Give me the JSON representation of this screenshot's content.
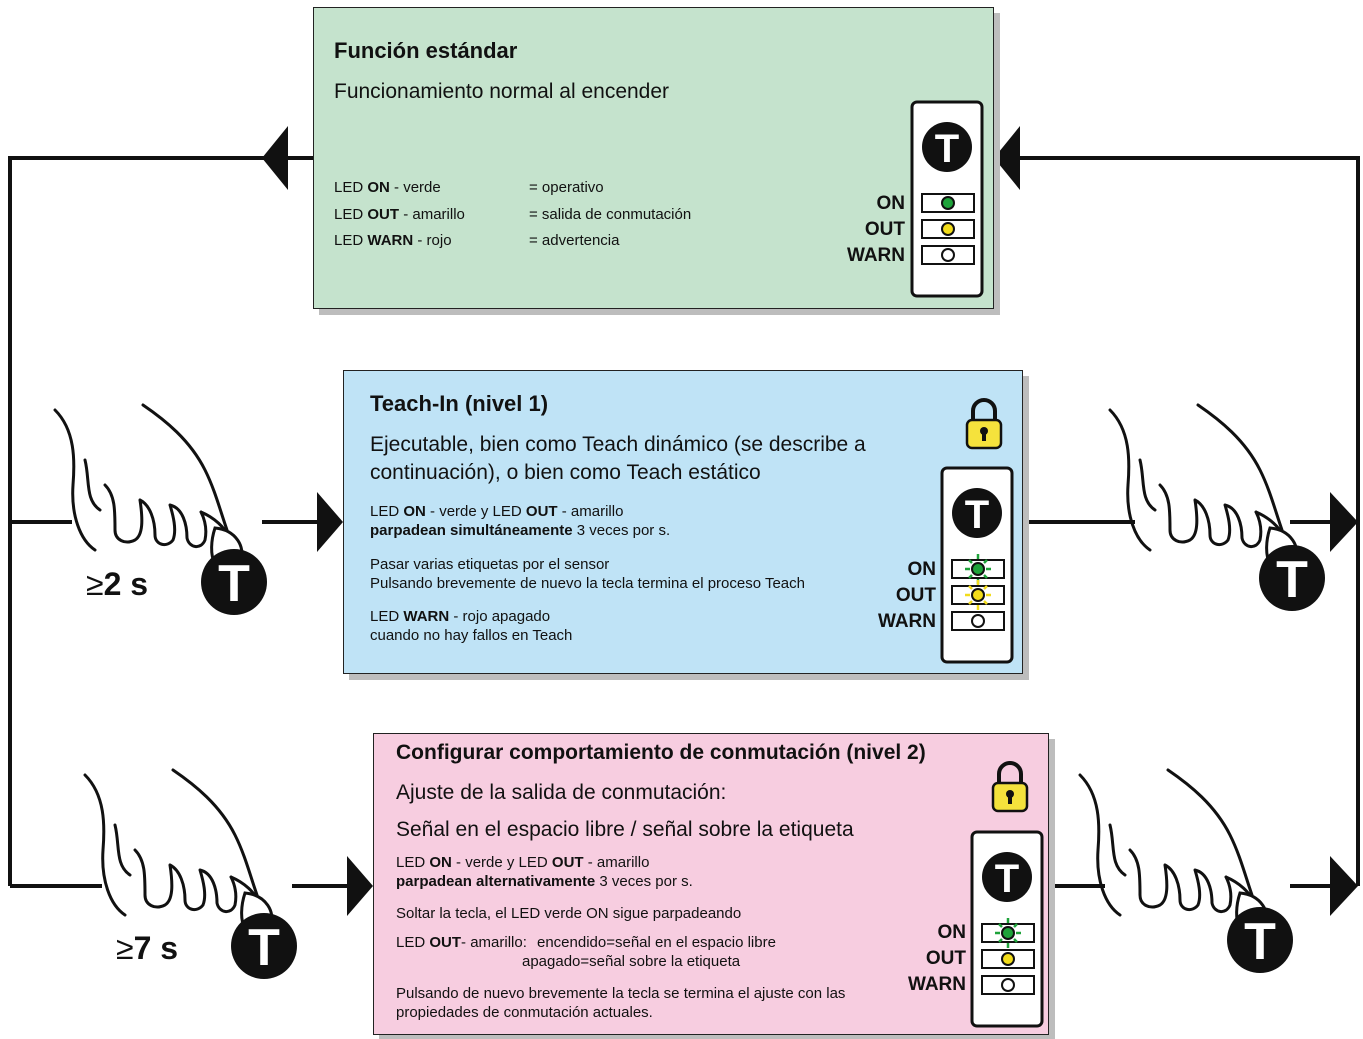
{
  "colors": {
    "standard_box": "#c5e3cd",
    "teach_box": "#bfe3f6",
    "config_box": "#f7cde0",
    "led_green": "#1ea33a",
    "led_yellow": "#f2dc1b",
    "lock": "#f5e23c"
  },
  "icons": [
    "hand-pointer-icon",
    "t-key-icon",
    "padlock-icon",
    "led-indicator-icon",
    "arrow-icon"
  ],
  "standard": {
    "title": "Función estándar",
    "subtitle": "Funcionamiento normal al encender",
    "rows": [
      {
        "pre": "LED ",
        "bold": "ON",
        "post": " - verde",
        "meaning": "= operativo"
      },
      {
        "pre": "LED ",
        "bold": "OUT",
        "post": " - amarillo",
        "meaning": "= salida de conmutación"
      },
      {
        "pre": "LED ",
        "bold": "WARN",
        "post": " - rojo",
        "meaning": "= advertencia"
      }
    ]
  },
  "teach": {
    "title": "Teach-In (nivel 1)",
    "subtitle_1": "Ejecutable, bien como Teach dinámico (se describe a",
    "subtitle_2": "continuación), o bien como Teach estático",
    "p1_pre": "LED ",
    "p1_on": "ON",
    "p1_mid": " - verde y LED ",
    "p1_out": "OUT",
    "p1_post": " - amarillo",
    "p1_bold": "parpadean simultáneamente",
    "p1_rest": " 3 veces por s.",
    "p2_1": "Pasar varias etiquetas por el sensor",
    "p2_2": "Pulsando brevemente de nuevo la tecla termina el proceso Teach",
    "p3_pre": "LED ",
    "p3_bold": "WARN",
    "p3_post": " - rojo apagado",
    "p3_2": "cuando no hay fallos en Teach"
  },
  "config": {
    "title": "Configurar comportamiento de conmutación (nivel 2)",
    "subtitle_1": "Ajuste de la salida de conmutación:",
    "subtitle_2": "Señal en el espacio libre / señal sobre la etiqueta",
    "p1_pre": "LED ",
    "p1_on": "ON",
    "p1_mid": " - verde y LED ",
    "p1_out": "OUT",
    "p1_post": " - amarillo",
    "p1_bold": "parpadean alternativamente",
    "p1_rest": " 3 veces por s.",
    "p2": "Soltar la tecla, el LED verde ON sigue parpadeando",
    "p3_pre": "LED ",
    "p3_bold": "OUT",
    "p3_post": "- amarillo:",
    "p3_a": "encendido=señal en el espacio libre",
    "p3_b": "apagado=señal sobre la etiqueta",
    "p4_1": "Pulsando de nuevo brevemente la tecla se termina el ajuste con las",
    "p4_2": "propiedades de conmutación actuales."
  },
  "leds": {
    "on": "ON",
    "out": "OUT",
    "warn": "WARN"
  },
  "key_letter": "T",
  "time_1": {
    "symbol": "≥",
    "value": "2 s"
  },
  "time_2": {
    "symbol": "≥",
    "value": "7 s"
  }
}
